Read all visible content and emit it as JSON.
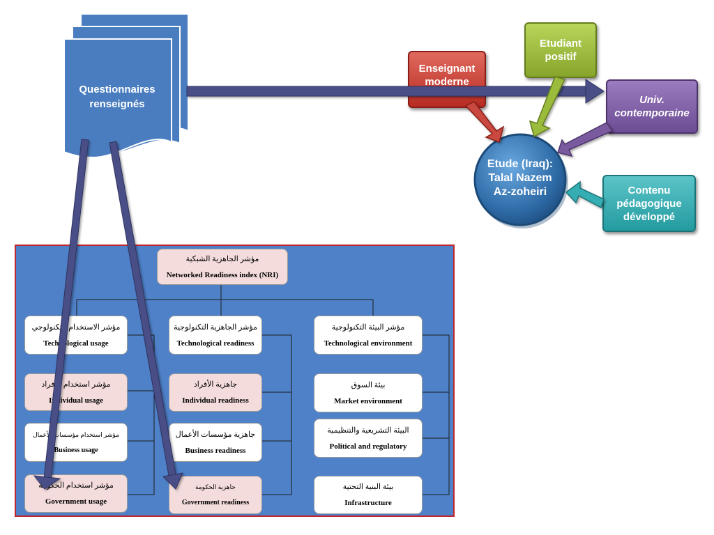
{
  "document_stack": {
    "label_line1": "Questionnaires",
    "label_line2": "renseignés",
    "color": "#4a7dbf"
  },
  "center_circle": {
    "line1": "Etude (Iraq):",
    "line2": "Talal Nazem",
    "line3": "Az-zoheiri",
    "color": "#3c7ab8"
  },
  "callouts": {
    "enseignant": {
      "line1": "Enseignant",
      "line2": "moderne",
      "color": "#c0392b"
    },
    "etudiant": {
      "line1": "Etudiant",
      "line2": "positif",
      "color": "#9bbb3c"
    },
    "univ": {
      "line1": "Univ.",
      "line2": "contemporaine",
      "color": "#7a5a9e"
    },
    "contenu": {
      "line1": "Contenu",
      "line2": "pédagogique",
      "line3": "développé",
      "color": "#35aeb3"
    }
  },
  "nri": {
    "root": {
      "ar": "مؤشر الجاهزية الشبكية",
      "en": "Networked Readiness index (NRI)"
    },
    "usage": {
      "head": {
        "ar": "مؤشر الاستخدام التكنولوجي",
        "en": "Technological usage"
      },
      "items": [
        {
          "ar": "مؤشر استخدام الأفراد",
          "en": "Individual usage"
        },
        {
          "ar": "مؤشر استخدام مؤسسات الأعمال",
          "en": "Business usage"
        },
        {
          "ar": "مؤشر استخدام الحكومة",
          "en": "Government usage"
        }
      ]
    },
    "readiness": {
      "head": {
        "ar": "مؤشر الجاهزية التكنولوجية",
        "en": "Technological readiness"
      },
      "items": [
        {
          "ar": "جاهزية الأفراد",
          "en": "Individual readiness"
        },
        {
          "ar": "جاهزية مؤسسات الأعمال",
          "en": "Business readiness"
        },
        {
          "ar": "جاهزية الحكومة",
          "en": "Government readiness"
        }
      ]
    },
    "environment": {
      "head": {
        "ar": "مؤشر البيئة التكنولوجية",
        "en": "Technological environment"
      },
      "items": [
        {
          "ar": "بيئة السوق",
          "en": "Market environment"
        },
        {
          "ar": "البيئة التشريعية والتنظيمية",
          "en": "Political and regulatory"
        },
        {
          "ar": "بيئة البنية التحتية",
          "en": "Infrastructure"
        }
      ]
    }
  },
  "colors": {
    "panel_bg": "#4f81c9",
    "panel_border": "#c0272d",
    "arrow": "#4a4f86"
  }
}
